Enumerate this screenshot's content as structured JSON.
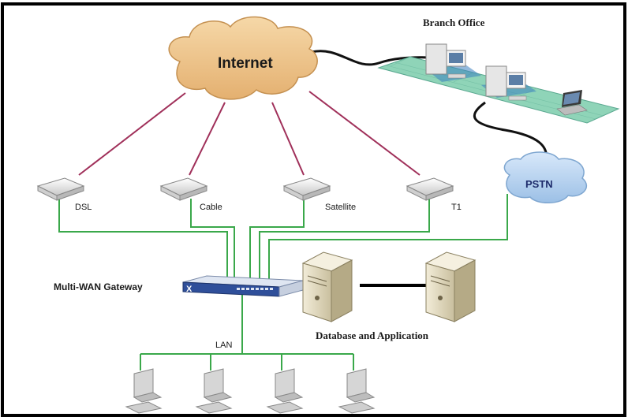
{
  "diagram": {
    "title_cloud": "Internet",
    "branch_office": "Branch Office",
    "pstn": "PSTN",
    "modems": [
      "DSL",
      "Cable",
      "Satellite",
      "T1"
    ],
    "gateway": "Multi-WAN Gateway",
    "lan": "LAN",
    "servers": "Database and Application"
  },
  "colors": {
    "internet_links": "#a0305a",
    "wan_links": "#3aa84a",
    "lan_links": "#3aa84a",
    "cloud_fill": "#f0c890",
    "pstn_fill": "#b8d4f0",
    "branch_floor": "#8fd4b8"
  },
  "icons": [
    "internet-cloud-icon",
    "pstn-cloud-icon",
    "modem-icon",
    "gateway-switch-icon",
    "server-icon",
    "workstation-icon",
    "desktop-icon",
    "laptop-icon"
  ]
}
